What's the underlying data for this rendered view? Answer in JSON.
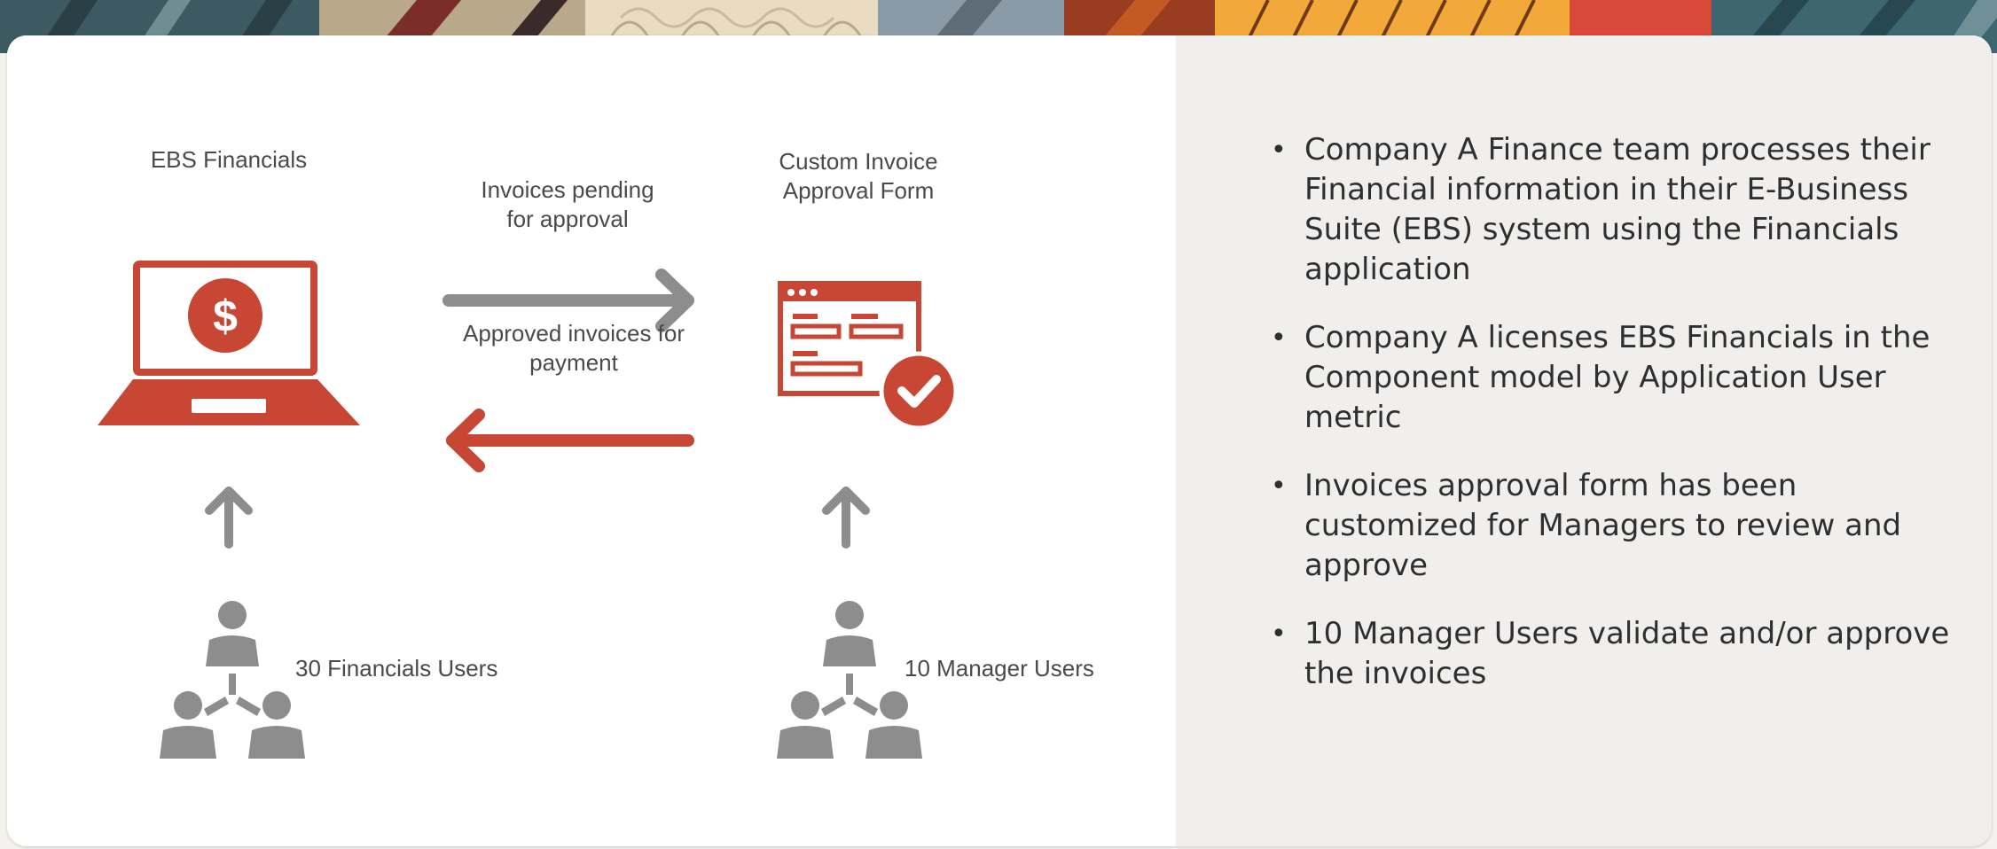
{
  "colors": {
    "accent_red": "#c74634",
    "icon_gray": "#8d8d8d",
    "text_gray": "#4a4a4a",
    "text_dark": "#2f2f2f",
    "panel_white": "#ffffff",
    "panel_light": "#f0efed"
  },
  "diagram": {
    "ebs_label": "EBS Financials",
    "form_label": "Custom Invoice\nApproval Form",
    "pending_label": "Invoices pending\nfor approval",
    "approved_label": "Approved invoices for\npayment",
    "financials_users_label": "30 Financials Users",
    "manager_users_label": "10 Manager Users",
    "dollar_symbol": "$",
    "icons": {
      "laptop": "laptop-dollar-icon",
      "form": "approval-form-icon",
      "users": "user-group-icon",
      "up_arrow": "up-arrow-icon",
      "right_arrow": "right-arrow-icon",
      "left_arrow": "left-arrow-icon"
    }
  },
  "bullets": [
    "Company A Finance team processes their Financial information in their E-Business Suite (EBS) system using the Financials application",
    "Company A licenses EBS Financials in the Component model by Application User metric",
    "Invoices approval form has been customized for Managers to review and approve",
    "10 Manager Users validate and/or approve the invoices"
  ],
  "bullet_marker": "•"
}
